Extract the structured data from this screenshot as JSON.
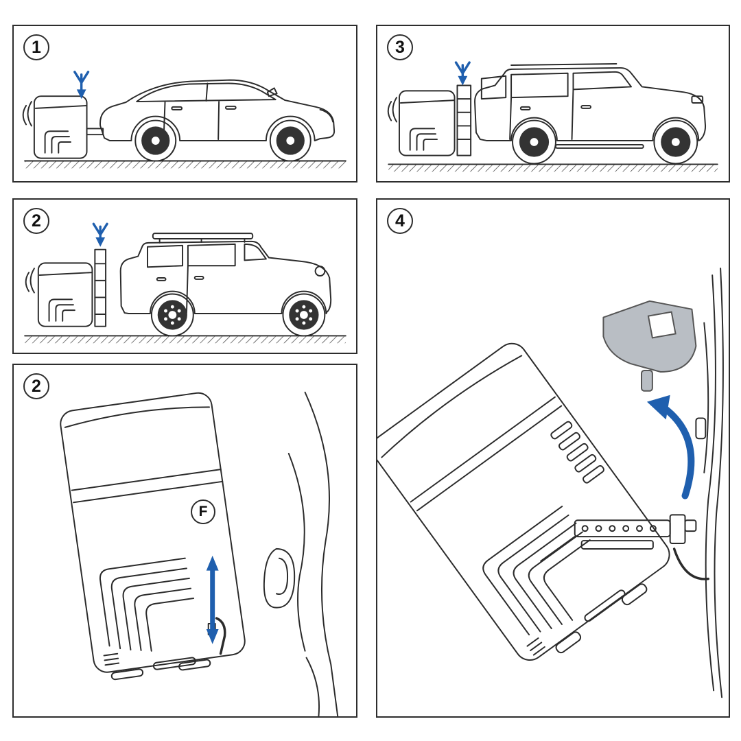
{
  "colors": {
    "accent": "#1f5fae",
    "line": "#2b2b2b",
    "gray": "#b9bec4"
  },
  "panels": {
    "p1": {
      "number": "1"
    },
    "p2a": {
      "number": "2"
    },
    "p2b": {
      "number": "2",
      "label": "F"
    },
    "p3": {
      "number": "3"
    },
    "p4": {
      "number": "4"
    }
  },
  "icons": {
    "down_arrow": "↓",
    "double_arrow": "↕",
    "tilt_arrow": "↶"
  }
}
